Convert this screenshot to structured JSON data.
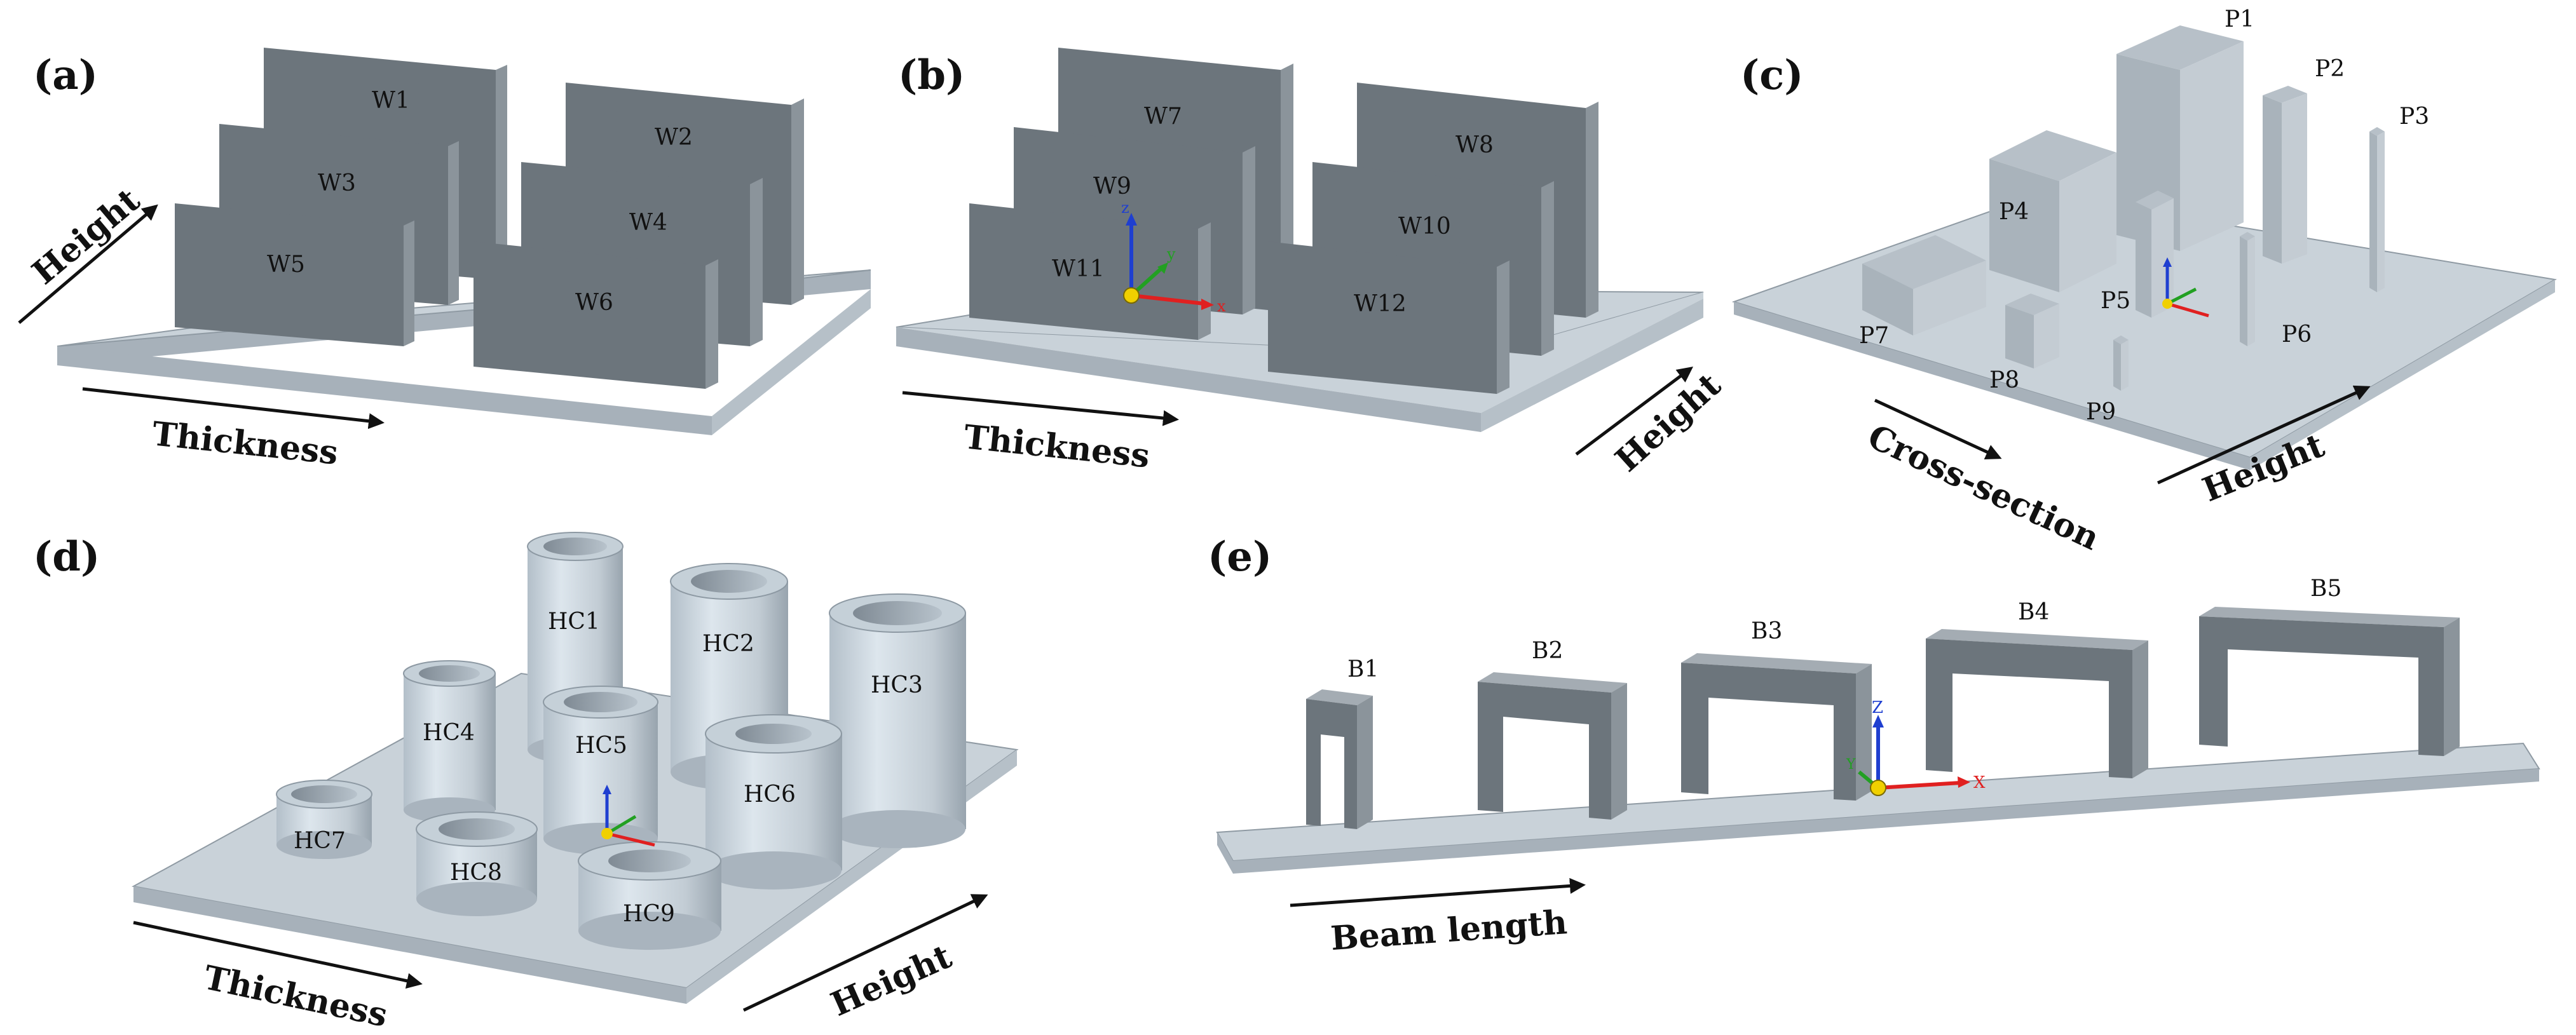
{
  "panels": {
    "a": {
      "label": "(a)",
      "axes": [
        "Height",
        "Thickness"
      ],
      "objects": [
        "W1",
        "W2",
        "W3",
        "W4",
        "W5",
        "W6"
      ]
    },
    "b": {
      "label": "(b)",
      "axes": [
        "Thickness",
        "Height"
      ],
      "objects": [
        "W7",
        "W8",
        "W9",
        "W10",
        "W11",
        "W12"
      ],
      "triad": [
        "z",
        "y",
        "x"
      ]
    },
    "c": {
      "label": "(c)",
      "axes": [
        "Cross-section",
        "Height"
      ],
      "objects": [
        "P1",
        "P2",
        "P3",
        "P4",
        "P5",
        "P6",
        "P7",
        "P8",
        "P9"
      ]
    },
    "d": {
      "label": "(d)",
      "axes": [
        "Thickness",
        "Height"
      ],
      "objects": [
        "HC1",
        "HC2",
        "HC3",
        "HC4",
        "HC5",
        "HC6",
        "HC7",
        "HC8",
        "HC9"
      ]
    },
    "e": {
      "label": "(e)",
      "axes": [
        "Beam length"
      ],
      "objects": [
        "B1",
        "B2",
        "B3",
        "B4",
        "B5"
      ],
      "triad": [
        "Z",
        "Y",
        "X"
      ]
    }
  },
  "colors": {
    "plate_top": "#c9d2d9",
    "plate_side": "#a7b1ba",
    "wall_front": "#6c757c",
    "wall_side": "#8b949b",
    "wall_top": "#a4acb3",
    "cyl_light": "#d3dde5",
    "cyl_dark": "#9fabb5",
    "axis_x": "#e02020",
    "axis_y": "#22a022",
    "axis_z": "#1f3fd0",
    "origin": "#f0d000"
  }
}
